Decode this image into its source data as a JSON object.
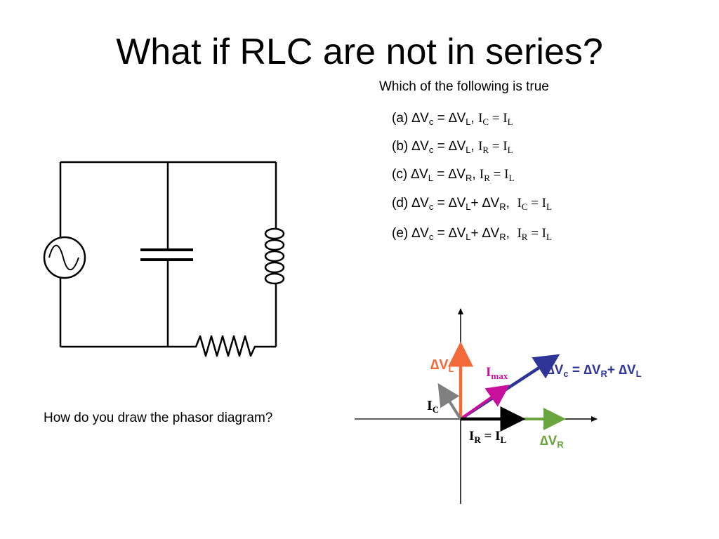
{
  "slide": {
    "title": "What if RLC are not in series?",
    "question": "Which of the following is true",
    "prompt": "How do you draw the phasor diagram?"
  },
  "options": [
    {
      "letter": "(a)",
      "parts": [
        {
          "kind": "delta"
        },
        {
          "kind": "text",
          "v": "V"
        },
        {
          "kind": "sub",
          "v": "c"
        },
        {
          "kind": "text",
          "v": " = "
        },
        {
          "kind": "delta"
        },
        {
          "kind": "text",
          "v": "V"
        },
        {
          "kind": "sub",
          "v": "L"
        },
        {
          "kind": "text",
          "v": ", "
        },
        {
          "kind": "serif",
          "v": "I"
        },
        {
          "kind": "serifsub",
          "v": "C"
        },
        {
          "kind": "serif",
          "v": " = I"
        },
        {
          "kind": "serifsub",
          "v": "L"
        }
      ]
    },
    {
      "letter": "(b)",
      "parts": [
        {
          "kind": "delta"
        },
        {
          "kind": "text",
          "v": "V"
        },
        {
          "kind": "sub",
          "v": "c"
        },
        {
          "kind": "text",
          "v": " = "
        },
        {
          "kind": "delta"
        },
        {
          "kind": "text",
          "v": "V"
        },
        {
          "kind": "sub",
          "v": "L"
        },
        {
          "kind": "text",
          "v": ", "
        },
        {
          "kind": "serif",
          "v": "I"
        },
        {
          "kind": "serifsub",
          "v": "R"
        },
        {
          "kind": "serif",
          "v": " = I"
        },
        {
          "kind": "serifsub",
          "v": "L"
        }
      ]
    },
    {
      "letter": "(c)",
      "parts": [
        {
          "kind": "delta"
        },
        {
          "kind": "text",
          "v": "V"
        },
        {
          "kind": "sub",
          "v": "L"
        },
        {
          "kind": "text",
          "v": " = "
        },
        {
          "kind": "delta"
        },
        {
          "kind": "text",
          "v": "V"
        },
        {
          "kind": "sub",
          "v": "R"
        },
        {
          "kind": "text",
          "v": ", "
        },
        {
          "kind": "serif",
          "v": "I"
        },
        {
          "kind": "serifsub",
          "v": "R"
        },
        {
          "kind": "serif",
          "v": " = I"
        },
        {
          "kind": "serifsub",
          "v": "L"
        }
      ]
    },
    {
      "letter": "(d)",
      "parts": [
        {
          "kind": "delta"
        },
        {
          "kind": "text",
          "v": "V"
        },
        {
          "kind": "sub",
          "v": "c"
        },
        {
          "kind": "text",
          "v": " = "
        },
        {
          "kind": "delta"
        },
        {
          "kind": "text",
          "v": "V"
        },
        {
          "kind": "sub",
          "v": "L"
        },
        {
          "kind": "text",
          "v": "+ "
        },
        {
          "kind": "delta"
        },
        {
          "kind": "text",
          "v": "V"
        },
        {
          "kind": "sub",
          "v": "R"
        },
        {
          "kind": "text",
          "v": ",  "
        },
        {
          "kind": "serif",
          "v": "I"
        },
        {
          "kind": "serifsub",
          "v": "C"
        },
        {
          "kind": "serif",
          "v": " = I"
        },
        {
          "kind": "serifsub",
          "v": "L"
        }
      ]
    },
    {
      "letter": "(e)",
      "parts": [
        {
          "kind": "delta"
        },
        {
          "kind": "text",
          "v": "V"
        },
        {
          "kind": "sub",
          "v": "c"
        },
        {
          "kind": "text",
          "v": " = "
        },
        {
          "kind": "delta"
        },
        {
          "kind": "text",
          "v": "V"
        },
        {
          "kind": "sub",
          "v": "L"
        },
        {
          "kind": "text",
          "v": "+ "
        },
        {
          "kind": "delta"
        },
        {
          "kind": "text",
          "v": "V"
        },
        {
          "kind": "sub",
          "v": "R"
        },
        {
          "kind": "text",
          "v": ",  "
        },
        {
          "kind": "serif",
          "v": "I"
        },
        {
          "kind": "serifsub",
          "v": "R"
        },
        {
          "kind": "serif",
          "v": " = I"
        },
        {
          "kind": "serifsub",
          "v": "L"
        }
      ]
    }
  ],
  "symbols": {
    "delta": "∆"
  },
  "phasor_labels": {
    "vl": {
      "main": "V",
      "sub": "L"
    },
    "imax": {
      "main": "I",
      "sub": "max"
    },
    "ic": {
      "main": "I",
      "sub": "C"
    },
    "vc_eq": {
      "v1": "V",
      "s1": "c",
      "eq": " = ",
      "v2": "V",
      "s2": "R",
      "plus": "+ ",
      "v3": "V",
      "s3": "L"
    },
    "ir_il": {
      "m1": "I",
      "s1": "R",
      "eq": " = I",
      "s2": "L"
    },
    "vr": {
      "main": "V",
      "sub": "R"
    }
  },
  "colors": {
    "vl": "#f26a3a",
    "imax": "#c8109c",
    "vc": "#2f3598",
    "ic": "#808080",
    "ir": "#000000",
    "vr": "#6aa43c",
    "wire": "#000000"
  },
  "components": {
    "source": "ac-source-icon",
    "capacitor": "capacitor-icon",
    "inductor": "inductor-coil-icon",
    "resistor": "resistor-zigzag-icon"
  }
}
